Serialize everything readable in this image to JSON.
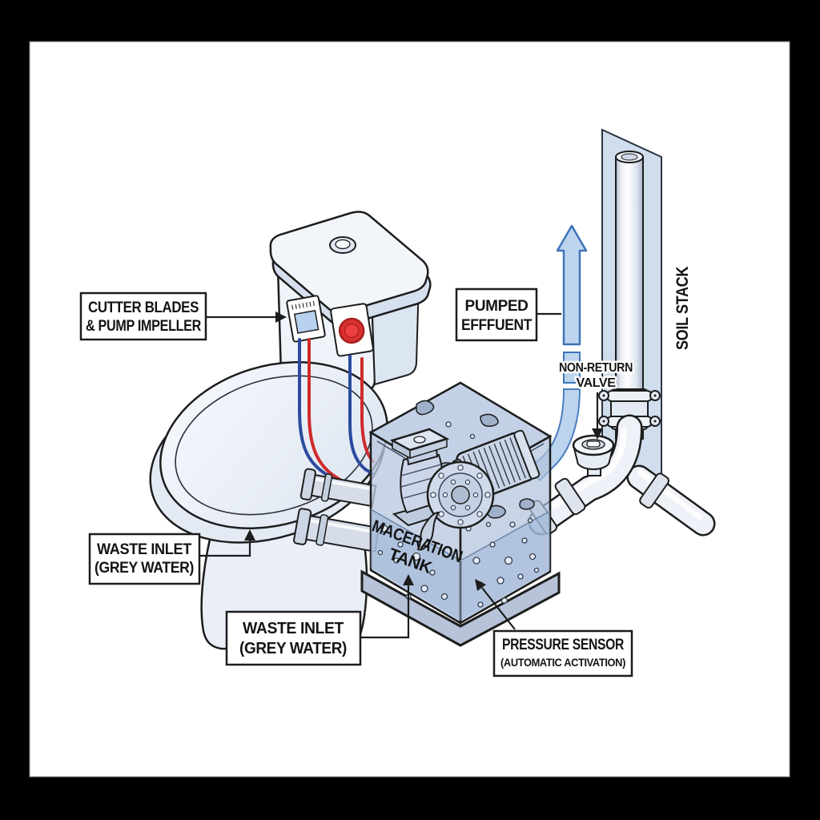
{
  "labels": {
    "cutter_blades": {
      "line1": "CUTTER BLADES",
      "line2": "& PUMP IMPELLER"
    },
    "pumped_effluent": {
      "line1": "PUMPED",
      "line2": "EFFFUENT"
    },
    "non_return_valve": {
      "line1": "NON-RETURN",
      "line2": "VALVE"
    },
    "soil_stack": "SOIL STACK",
    "waste_inlet_left": {
      "line1": "WASTE INLET",
      "line2": "(GREY WATER)"
    },
    "waste_inlet_bottom": {
      "line1": "WASTE INLET",
      "line2": "(GREY WATER)"
    },
    "maceration_tank": {
      "line1": "MACERATION",
      "line2": "TANK"
    },
    "pressure_sensor": {
      "line1": "PRESSURE SENSOR",
      "line2": "(AUTOMATIC ACTIVATION)"
    }
  },
  "colors": {
    "frame": "#000000",
    "background": "#ffffff",
    "outline": "#1d1d1d",
    "porcelain": "#eff4fa",
    "tank_wall": "#bac9e0",
    "water": "#a7c0de",
    "flow_arrow_fill": "#bdd4ee",
    "flow_arrow_stroke": "#3e74b8",
    "wire_red": "#cf2b2b",
    "wire_blue": "#2b4a9e",
    "button_red": "#d93030",
    "wall_panel": "#cfdded"
  }
}
